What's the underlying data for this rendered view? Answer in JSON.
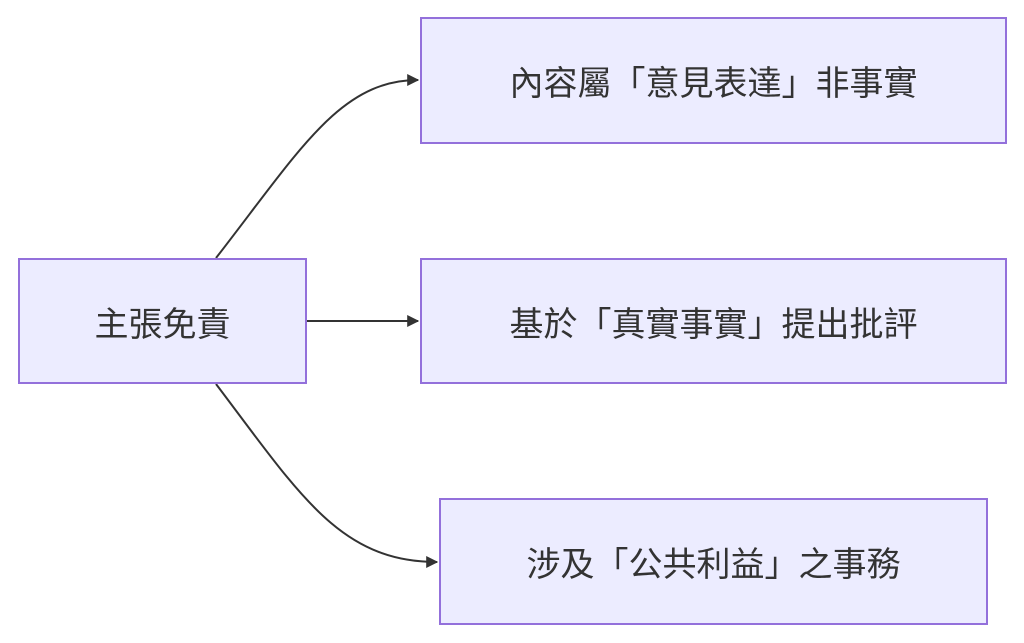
{
  "diagram": {
    "type": "flowchart",
    "direction": "left-to-right",
    "colors": {
      "node_fill": "#ececff",
      "node_border": "#9370db",
      "text": "#333333",
      "edge": "#333333"
    },
    "root": {
      "label": "主張免責"
    },
    "branches": [
      {
        "label": "內容屬「意見表達」非事實"
      },
      {
        "label": "基於「真實事實」提出批評"
      },
      {
        "label": "涉及「公共利益」之事務"
      }
    ],
    "edges": [
      {
        "from": "主張免責",
        "to": "內容屬「意見表達」非事實"
      },
      {
        "from": "主張免責",
        "to": "基於「真實事實」提出批評"
      },
      {
        "from": "主張免責",
        "to": "涉及「公共利益」之事務"
      }
    ]
  }
}
